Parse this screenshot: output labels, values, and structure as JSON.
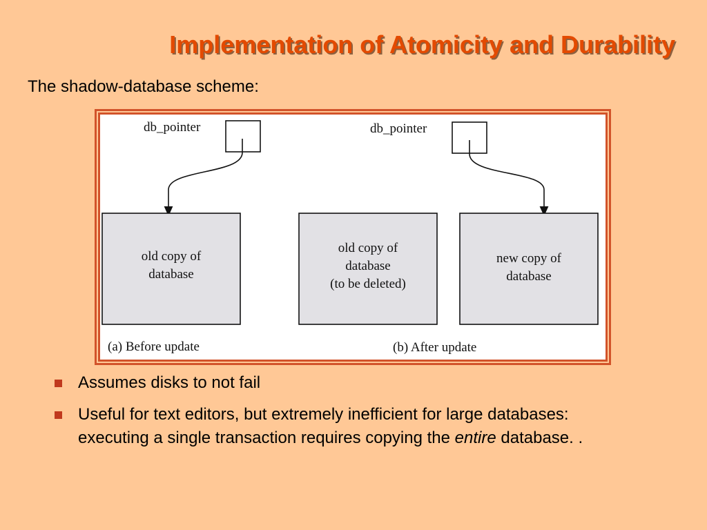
{
  "slide": {
    "title": "Implementation of Atomicity and Durability",
    "subtitle": "The shadow-database scheme:"
  },
  "figure": {
    "left_panel": {
      "pointer_label": "db_pointer",
      "box_lines": [
        "old copy of",
        "database"
      ],
      "caption": "(a) Before update"
    },
    "right_panel": {
      "pointer_label": "db_pointer",
      "old_box_lines": [
        "old copy of",
        "database",
        "(to be deleted)"
      ],
      "new_box_lines": [
        "new copy of",
        "database"
      ],
      "caption": "(b) After update"
    },
    "colors": {
      "frame_orange": "#d2532a",
      "inner_background": "#ffffff",
      "box_fill": "#e2e1e5",
      "line": "#111111"
    }
  },
  "bullets": [
    {
      "text_before": "Assumes disks to not fail",
      "emphasis": "",
      "text_after": ""
    },
    {
      "text_before": "Useful for text editors, but extremely inefficient for large databases: executing a single transaction requires copying the ",
      "emphasis": "entire",
      "text_after": " database. ."
    }
  ],
  "colors": {
    "background": "#ffc896",
    "title": "#e34a00",
    "bullet_marker": "#c0391d"
  }
}
